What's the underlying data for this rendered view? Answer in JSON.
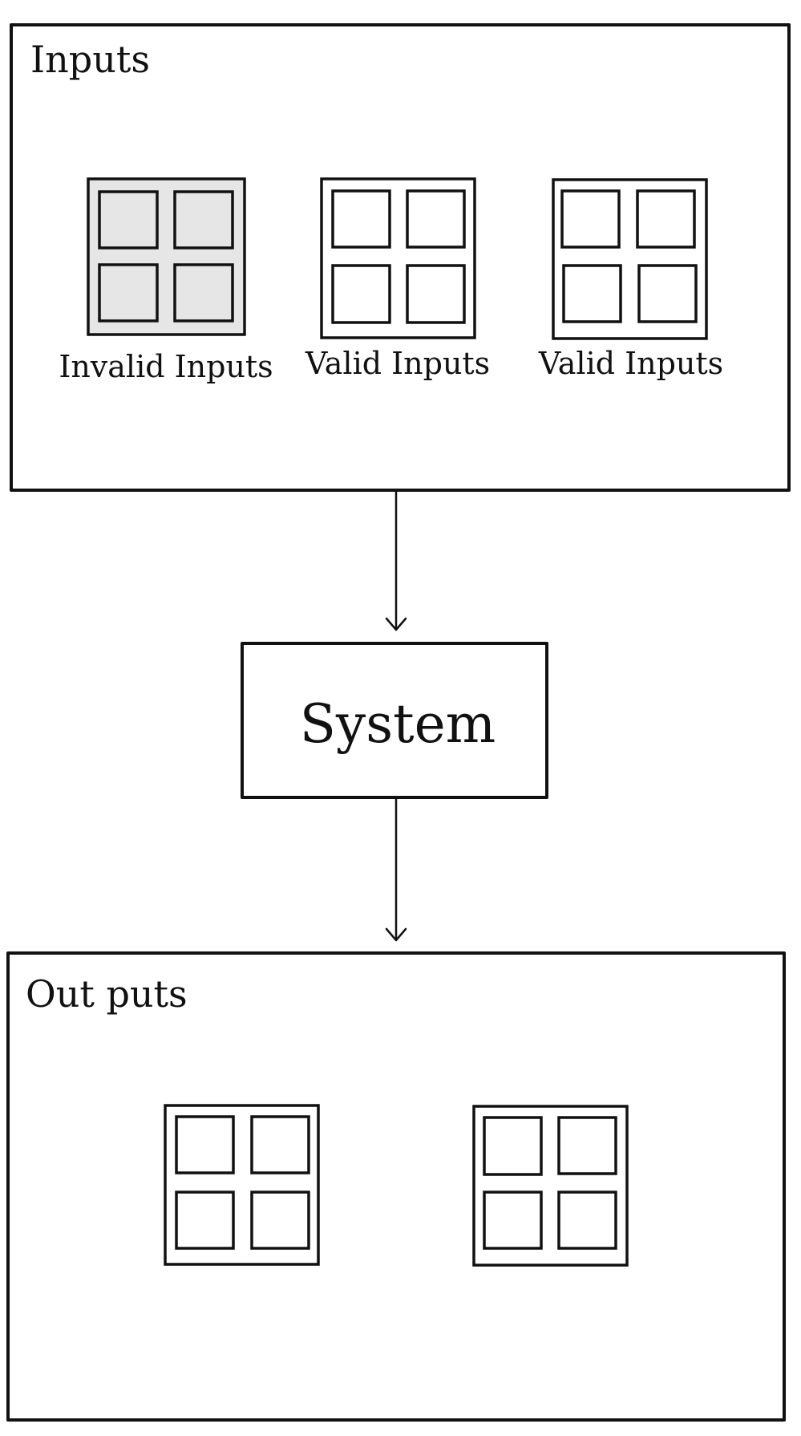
{
  "inputs_group": {
    "title": "Inputs",
    "items": [
      {
        "label": "Invalid Inputs",
        "fill": "#e6e6e6"
      },
      {
        "label": "Valid Inputs",
        "fill": "#ffffff"
      },
      {
        "label": "Valid Inputs",
        "fill": "#ffffff"
      }
    ]
  },
  "system": {
    "label": "System"
  },
  "outputs_group": {
    "title": "Out puts",
    "items": [
      {
        "label": "",
        "fill": "#ffffff"
      },
      {
        "label": "",
        "fill": "#ffffff"
      }
    ]
  },
  "colors": {
    "stroke": "#111111",
    "background": "#ffffff",
    "invalid_fill": "#e6e6e6"
  }
}
